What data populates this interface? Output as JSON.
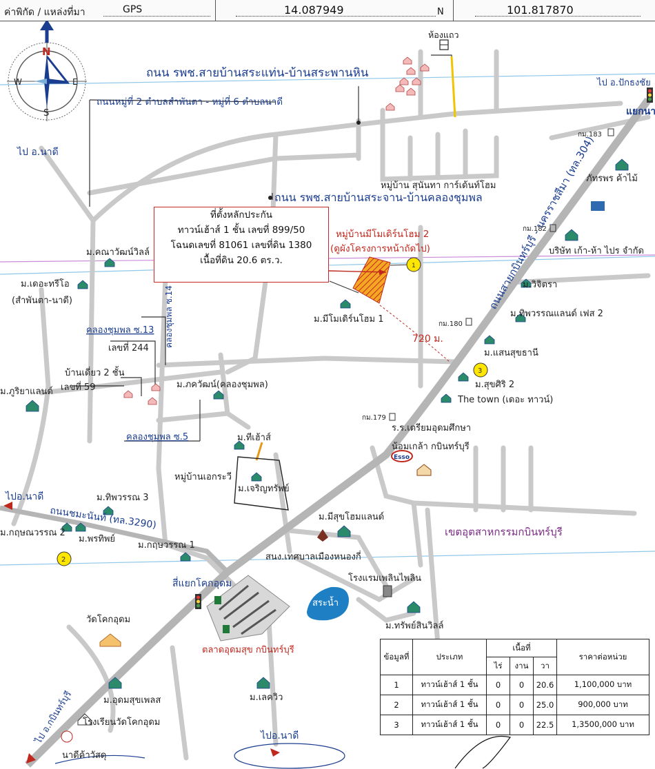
{
  "header": {
    "coord_label": "ค่าพิกัด / แหล่งที่มา",
    "source": "GPS",
    "latitude": "14.087949",
    "lat_unit": "N",
    "longitude": "101.817870"
  },
  "compass": {
    "n": "N",
    "s": "S",
    "e": "E",
    "w": "W"
  },
  "roads": {
    "road1": "ถนน รพช.สายบ้านสระแท่น-บ้านสระพานหิน",
    "road2": "ถนนหมู่ที่ 2 ตำบลสำพันตา - หมู่ที่ 6 ตำบลนาดี",
    "road3": "ถนน รพช.สายบ้านสระจาน-บ้านคลองชุมพล",
    "highway": "ถนนสายกบินทร์บุรี - นครราชสีมา (ทล.304)",
    "road3290": "ถนนชมะนันท์ (ทล.3290)",
    "soi14": "คลองชุมพล ซ.14",
    "soi13": "คลองชุมพล ซ.13",
    "soi5": "คลองชุมพล ซ.5"
  },
  "directions": {
    "to_nadi_top": "ไป อ.นาดี",
    "to_pakthongchai": "ไป อ.ปักธงชัย",
    "junction_ne": "แยกนา",
    "to_nadi_left": "ไปอ.นาดี",
    "to_kabin": "ไป อ.กบินทร์บุรี",
    "to_nadi_bottom": "ไปอ.นาดี",
    "junction_khok_udom": "สี่แยกโคกอุดม"
  },
  "subject": {
    "line1": "ที่ตั้งหลักประกัน",
    "line2": "ทาวน์เฮ้าส์ 1 ชั้น เลขที่ 899/50",
    "line3": "โฉนดเลขที่ 81061 เลขที่ดิน 1380",
    "line4": "เนื้อที่ดิน 20.6 ตร.ว.",
    "project": "หมู่บ้านมีโมเดิร์นโฮม 2",
    "project_note": "(ดูผังโครงการหน้าถัดไป)",
    "distance": "720 ม."
  },
  "places": {
    "hong_taew": "ห้องแถว",
    "sunantha": "หมู่บ้าน สุนันทา การ์เด้นท์โฮม",
    "km183": "กม.183",
    "km182": "กม.182",
    "km180": "กม.180",
    "km179": "กม.179",
    "phattharaphon": "ภัทรพร ค้าไม้",
    "company": "บริษัท เก้า-ห้า ไปร จำกัด",
    "vichira": "ม.วิจิตรา",
    "thipwan_phase2": "ม.ทิพวรรณแลนด์ เฟส 2",
    "saensuk": "ม.แสนสุขธานี",
    "suksiri": "ม.สุขศิริ 2",
    "thetown": "The town (เดอะ ทาวน์)",
    "school": "ร.ร.เตรียมอุดมศึกษา",
    "school2": "น้อมเกล้า กบินทร์บุรี",
    "esso": "Esso",
    "kanawat": "ม.คณาวัฒน์วิลล์",
    "the_trio": "ม.เดอะทรีโอ",
    "the_trio2": "(สำพันตา-นาดี)",
    "mimodern1": "ม.มีโมเดิร์นโฮม 1",
    "no244": "เลขที่ 244",
    "baan_diao": "บ้านเดี่ยว 2 ชั้น",
    "no59": "เลขที่ 59",
    "phuriya": "ม.ภูริยาแลนด์",
    "kawat": "ม.ภควัฒน์(คลองชุมพล)",
    "the_house": "ม.ทีเฮ้าส์",
    "ekkarawee": "หมู่บ้านเอกระวี",
    "charoensap": "ม.เจริญทรัพย์",
    "thipwan3": "ม.ทิพวรรณ 3",
    "kritsanawan2": "ม.กฤษณวรรณ 2",
    "porntip": "ม.พรทิพย์",
    "kritsanawan1": "ม.กฤษวรรณ 1",
    "misuk": "ม.มีสุขโฮมแลนด์",
    "industrial": "เขตอุตสาหกรรมกบินทร์บุรี",
    "municipality": "สนง.เทศบาลเมืองหนองกี่",
    "pond": "สระน้ำ",
    "hotel": "โรงแรมเพลินไพลิน",
    "sapsinvilla": "ม.ทรัพย์สินวิลล์",
    "wat": "วัดโคกอุดม",
    "market": "ตลาดอุดมสุข กบินทร์บุรี",
    "udomsukpol": "ม.อุดมสุขเพลส",
    "school_wat": "โรงเรียนวัดโคกอุดม",
    "lakeview": "ม.เลควิว",
    "nadi_store": "นาดีค้าวัสดุ"
  },
  "markers": [
    "1",
    "2",
    "3"
  ],
  "table": {
    "headers": {
      "id": "ข้อมูลที่",
      "type": "ประเภท",
      "area": "เนื้อที่",
      "rai": "ไร่",
      "ngan": "งาน",
      "wa": "วา",
      "price": "ราคาต่อหน่วย"
    },
    "rows": [
      {
        "id": "1",
        "type": "ทาวน์เฮ้าส์ 1 ชั้น",
        "rai": "0",
        "ngan": "0",
        "wa": "20.6",
        "price": "1,100,000 บาท"
      },
      {
        "id": "2",
        "type": "ทาวน์เฮ้าส์ 1 ชั้น",
        "rai": "0",
        "ngan": "0",
        "wa": "25.0",
        "price": "900,000 บาท"
      },
      {
        "id": "3",
        "type": "ทาวน์เฮ้าส์ 1 ชั้น",
        "rai": "0",
        "ngan": "0",
        "wa": "22.5",
        "price": "1,3500,000 บาท"
      }
    ]
  }
}
